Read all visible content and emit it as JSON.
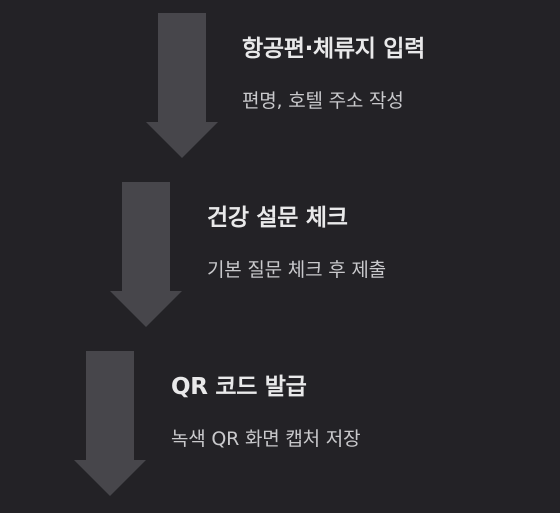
{
  "colors": {
    "background": "#232226",
    "arrow": "#47464b",
    "title": "#e9e9ea",
    "description": "#c9c9cc"
  },
  "steps": [
    {
      "title": "항공편·체류지 입력",
      "description": "편명, 호텔 주소 작성",
      "icon": "down-arrow-icon"
    },
    {
      "title": "건강 설문 체크",
      "description": "기본 질문 체크 후 제출",
      "icon": "down-arrow-icon"
    },
    {
      "title": "QR 코드 발급",
      "description": "녹색 QR 화면 캡처 저장",
      "icon": "down-arrow-icon"
    }
  ]
}
